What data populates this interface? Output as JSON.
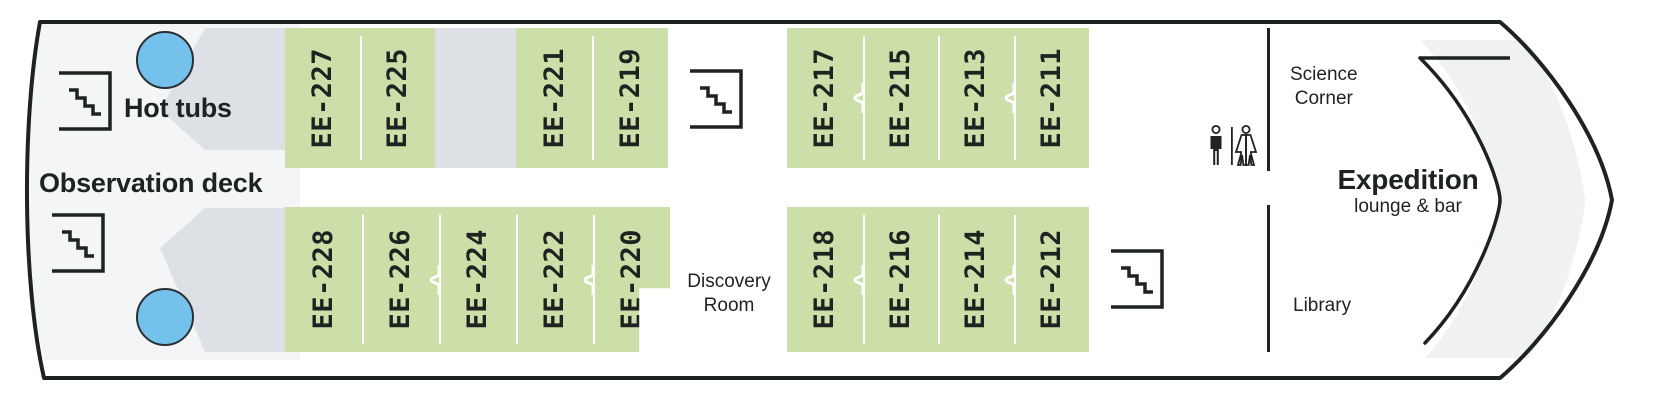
{
  "deck": {
    "title_area": {
      "hot_tubs_label": "Hot tubs",
      "observation_deck_label": "Observation deck"
    },
    "venues": [
      {
        "name": "science-corner",
        "line1": "Science",
        "line2": "Corner"
      },
      {
        "name": "expedition-lounge",
        "main": "Expedition",
        "sub": "lounge & bar"
      },
      {
        "name": "library",
        "line1": "Library"
      },
      {
        "name": "discovery-room",
        "line1": "Discovery",
        "line2": "Room"
      }
    ],
    "cabin_rows": {
      "upper": [
        {
          "group": 1,
          "cabins": [
            {
              "id": "EE-227",
              "connecting_next": false
            },
            {
              "id": "EE-225",
              "connecting_next": false
            }
          ]
        },
        {
          "group": 2,
          "cabins": [
            {
              "id": "EE-221",
              "connecting_next": false
            },
            {
              "id": "EE-219",
              "connecting_next": false
            }
          ]
        },
        {
          "group": 3,
          "cabins": [
            {
              "id": "EE-217",
              "connecting_next": true
            },
            {
              "id": "EE-215",
              "connecting_next": false
            },
            {
              "id": "EE-213",
              "connecting_next": true
            },
            {
              "id": "EE-211",
              "connecting_next": false
            }
          ]
        }
      ],
      "lower": [
        {
          "group": 1,
          "cabins": [
            {
              "id": "EE-228",
              "connecting_next": false
            },
            {
              "id": "EE-226",
              "connecting_next": true
            },
            {
              "id": "EE-224",
              "connecting_next": false
            },
            {
              "id": "EE-222",
              "connecting_next": true
            },
            {
              "id": "EE-220",
              "connecting_next": false
            }
          ]
        },
        {
          "group": 2,
          "cabins": [
            {
              "id": "EE-218",
              "connecting_next": true
            },
            {
              "id": "EE-216",
              "connecting_next": false
            },
            {
              "id": "EE-214",
              "connecting_next": true
            },
            {
              "id": "EE-212",
              "connecting_next": false
            }
          ]
        }
      ]
    },
    "icons": [
      {
        "name": "stairs-icon-upper-left"
      },
      {
        "name": "stairs-icon-lower-left"
      },
      {
        "name": "stairs-icon-upper-mid"
      },
      {
        "name": "stairs-icon-lower-right"
      },
      {
        "name": "restroom-icon-men"
      },
      {
        "name": "restroom-icon-women"
      },
      {
        "name": "hot-tub-upper"
      },
      {
        "name": "hot-tub-lower"
      }
    ],
    "colors": {
      "cabin_green": "#cddfa8",
      "deck_gray": "#dde1e6",
      "deck_light": "#f4f5f6",
      "hot_tub_blue": "#74c2ec",
      "outline": "#1d2320",
      "text": "#1d2320"
    }
  }
}
